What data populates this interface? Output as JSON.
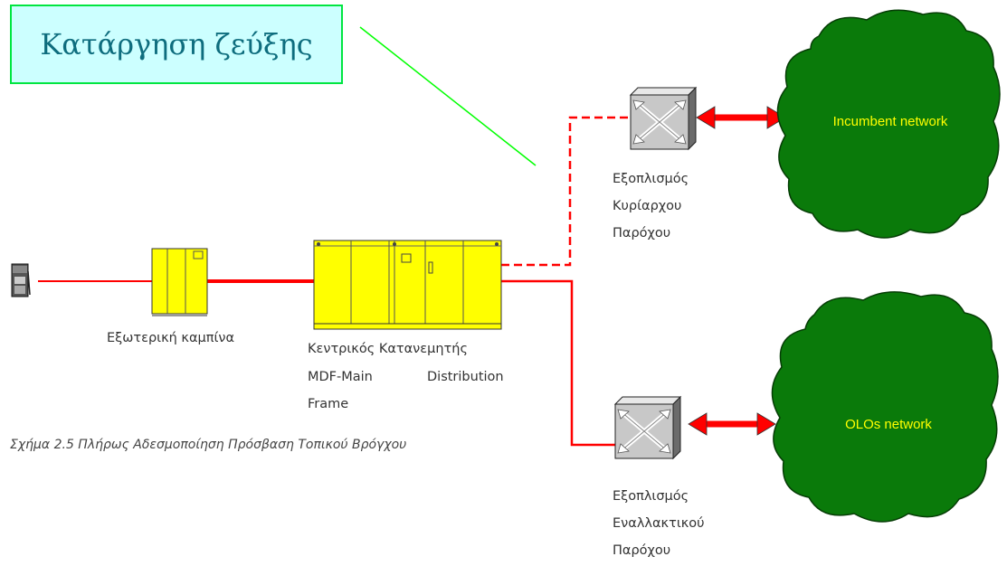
{
  "callout": {
    "text": "Κατάργηση ζεύξης"
  },
  "labels": {
    "cabinet": "Εξωτερική καμπίνα",
    "mdf_line1": "Κεντρικός Κατανεμητής",
    "mdf_line2a": "MDF-Main",
    "mdf_line2b": "Distribution",
    "mdf_line3": "Frame",
    "incumbent_eq_line1": "Εξοπλισμός",
    "incumbent_eq_line2": "Κυρίαρχου",
    "incumbent_eq_line3": "Παρόχου",
    "alt_eq_line1": "Εξοπλισμός",
    "alt_eq_line2": "Εναλλακτικού",
    "alt_eq_line3": "Παρόχου"
  },
  "networks": {
    "incumbent": "Incumbent network",
    "olos": "OLOs network"
  },
  "caption": "Σχήμα 2.5 Πλήρως  Αδεσμοποίηση Πρόσβαση Τοπικού Βρόγχου",
  "colors": {
    "line": "#ff0000",
    "arrow": "#ff0000",
    "cloud_fill": "#0a7a0a",
    "cloud_text": "#ffff00",
    "device": "#ffff00",
    "callout_line": "#00ff00"
  },
  "icons": [
    "telephone-icon",
    "street-cabinet-icon",
    "mdf-frame-icon",
    "switch-icon"
  ]
}
